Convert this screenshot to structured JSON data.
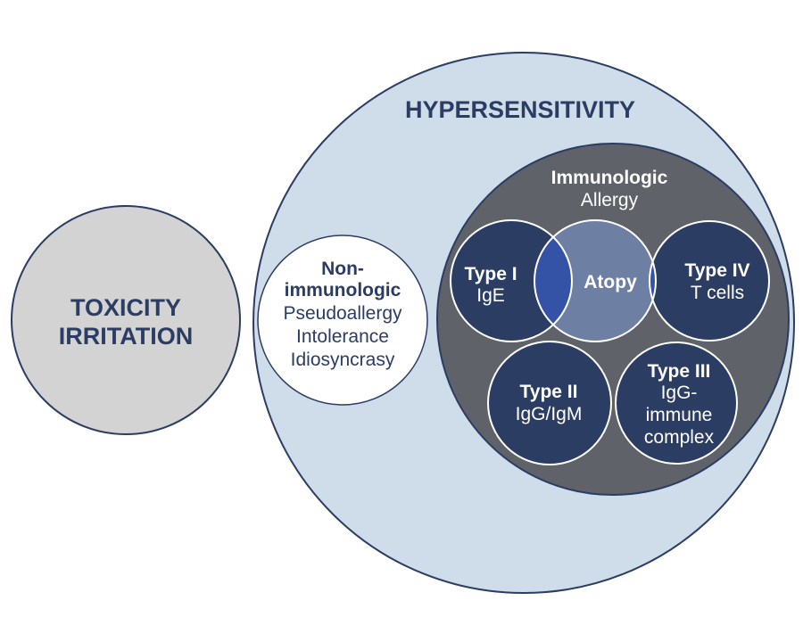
{
  "colors": {
    "navy": "#2B3D63",
    "light_blue": "#CFDDEA",
    "gray_fill": "#5F6268",
    "toxicity_fill": "#D3D3D3",
    "atopy_fill": "#6E7FA4",
    "overlap_fill": "#3553A6",
    "white": "#FFFFFF"
  },
  "toxicity": {
    "line1": "TOXICITY",
    "line2": "IRRITATION"
  },
  "hypersensitivity": {
    "title": "HYPERSENSITIVITY"
  },
  "non_immunologic": {
    "title_line1": "Non-",
    "title_line2": "immunologic",
    "items": [
      "Pseudoallergy",
      "Intolerance",
      "Idiosyncrasy"
    ]
  },
  "immunologic": {
    "title": "Immunologic",
    "subtitle": "Allergy"
  },
  "types": {
    "type1": {
      "title": "Type I",
      "lines": [
        "IgE"
      ]
    },
    "atopy": {
      "title": "Atopy"
    },
    "type4": {
      "title": "Type IV",
      "lines": [
        "T cells"
      ]
    },
    "type2": {
      "title": "Type II",
      "lines": [
        "IgG/IgM"
      ]
    },
    "type3": {
      "title": "Type III",
      "lines": [
        "IgG-",
        "immune",
        "complex"
      ]
    }
  }
}
